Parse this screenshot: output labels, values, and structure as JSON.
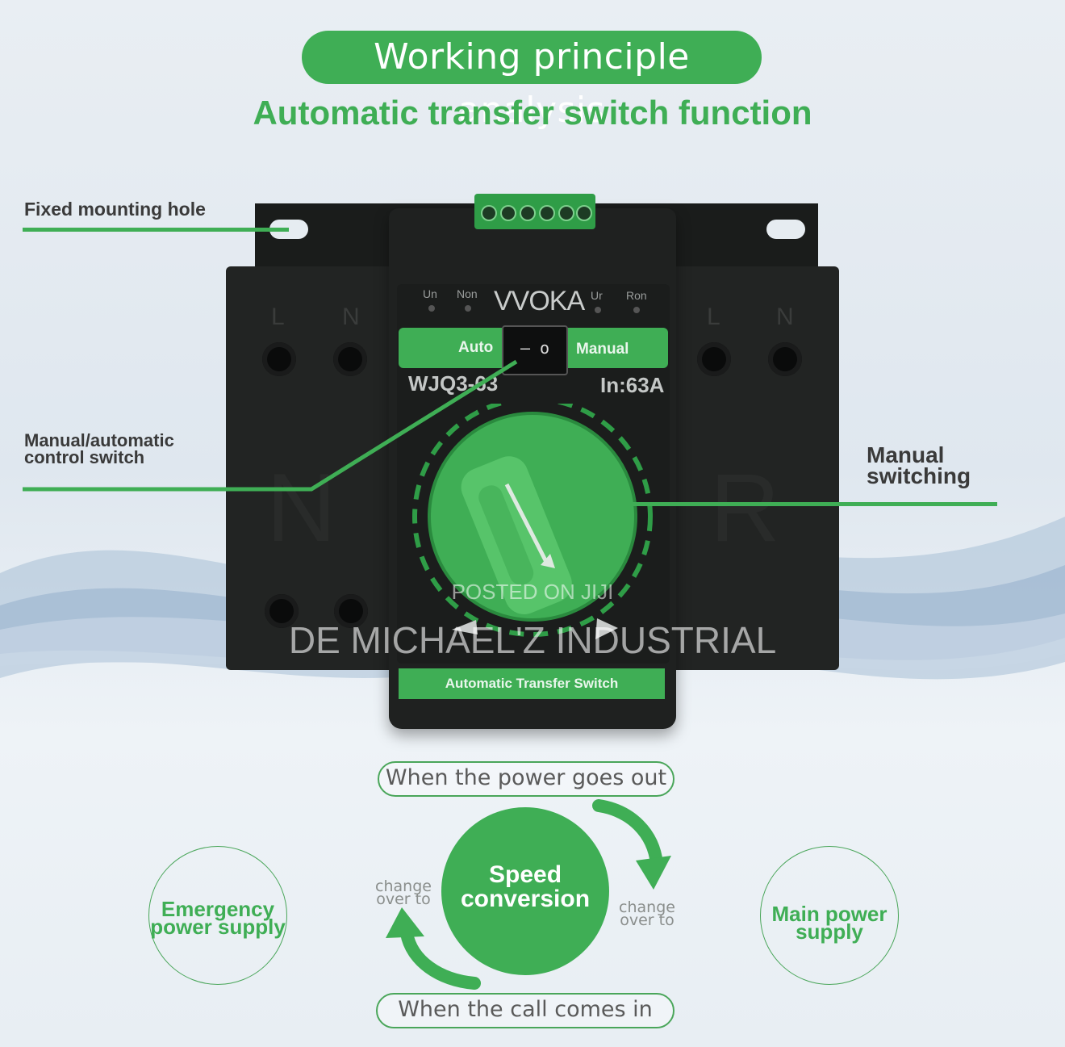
{
  "header": {
    "pill_title": "Working principle analysis",
    "subtitle": "Automatic transfer switch function"
  },
  "callouts": {
    "mounting_hole": "Fixed mounting hole",
    "control_switch_line1": "Manual/automatic",
    "control_switch_line2": "control switch",
    "manual_switching_line1": "Manual",
    "manual_switching_line2": "switching"
  },
  "device": {
    "brand": "VVOKA",
    "indicators": [
      "Un",
      "Non",
      "Ur",
      "Ron"
    ],
    "auto_label": "Auto",
    "manual_label": "Manual",
    "rocker_glyph": "– o",
    "model": "WJQ3-63",
    "rating": "In:63A",
    "left_terminals": [
      "L",
      "N"
    ],
    "right_terminals": [
      "L",
      "N"
    ],
    "left_module_mark": "N",
    "right_module_mark": "R",
    "footer": "Automatic Transfer Switch",
    "colors": {
      "accent": "#3fae55",
      "body": "#1f2120"
    }
  },
  "watermarks": {
    "posted": "POSTED ON JIJI",
    "seller": "DE MICHAEL'Z INDUSTRIAL"
  },
  "diagram": {
    "top_pill": "When the power goes out",
    "bottom_pill": "When the call comes in",
    "center_line1": "Speed",
    "center_line2": "conversion",
    "left_circle_line1": "Emergency",
    "left_circle_line2": "power supply",
    "right_circle_line1": "Main power",
    "right_circle_line2": "supply",
    "change_left_line1": "change",
    "change_left_line2": "over to",
    "change_right_line1": "change",
    "change_right_line2": "over to"
  }
}
